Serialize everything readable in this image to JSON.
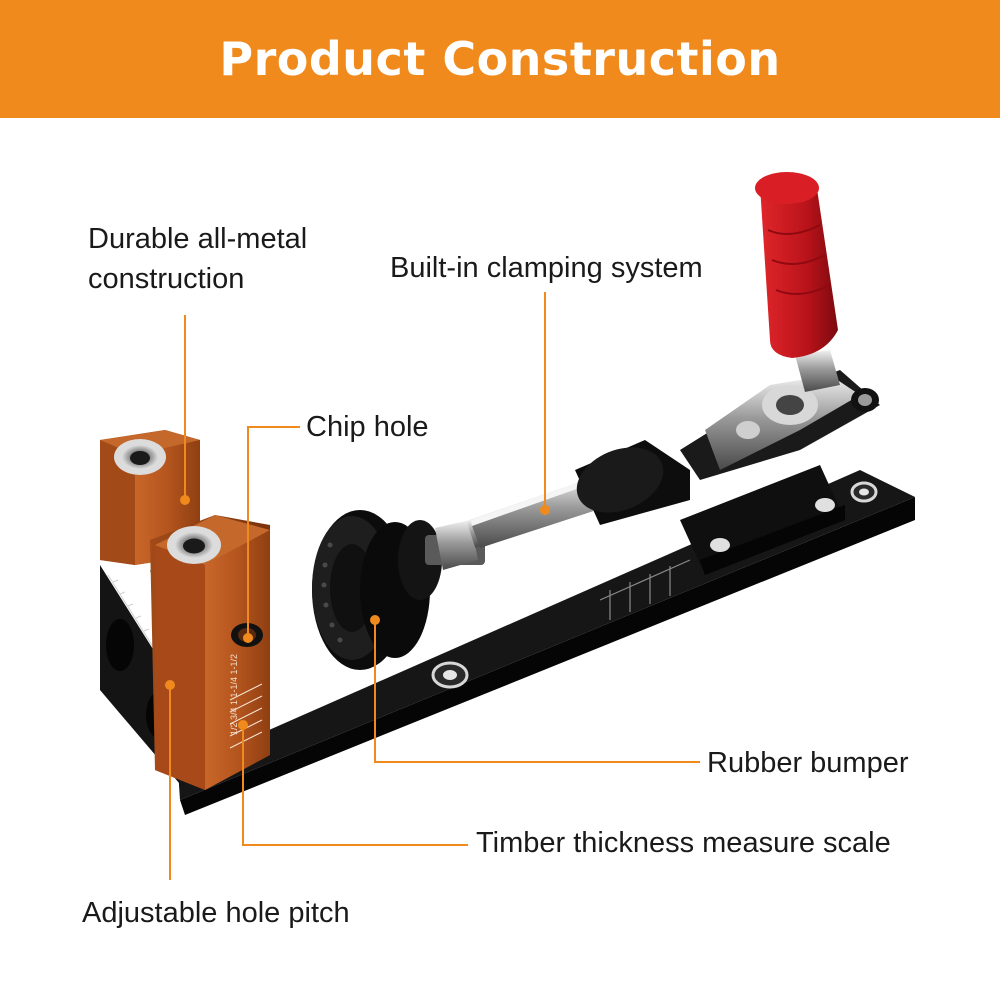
{
  "banner": {
    "title": "Product Construction"
  },
  "callouts": {
    "durable": "Durable all-metal construction",
    "clamping": "Built-in clamping system",
    "chip_hole": "Chip hole",
    "rubber_bumper": "Rubber bumper",
    "timber_scale": "Timber thickness measure scale",
    "hole_pitch": "Adjustable hole pitch"
  },
  "scale_marks": {
    "row": "1/2  3/4  1  1-1/4  1-1/2"
  },
  "colors": {
    "accent": "#f08a1c",
    "leader": "#f08a1c",
    "guide_block": "#b4551e",
    "base": "#141414",
    "handle": "#c4141a"
  }
}
